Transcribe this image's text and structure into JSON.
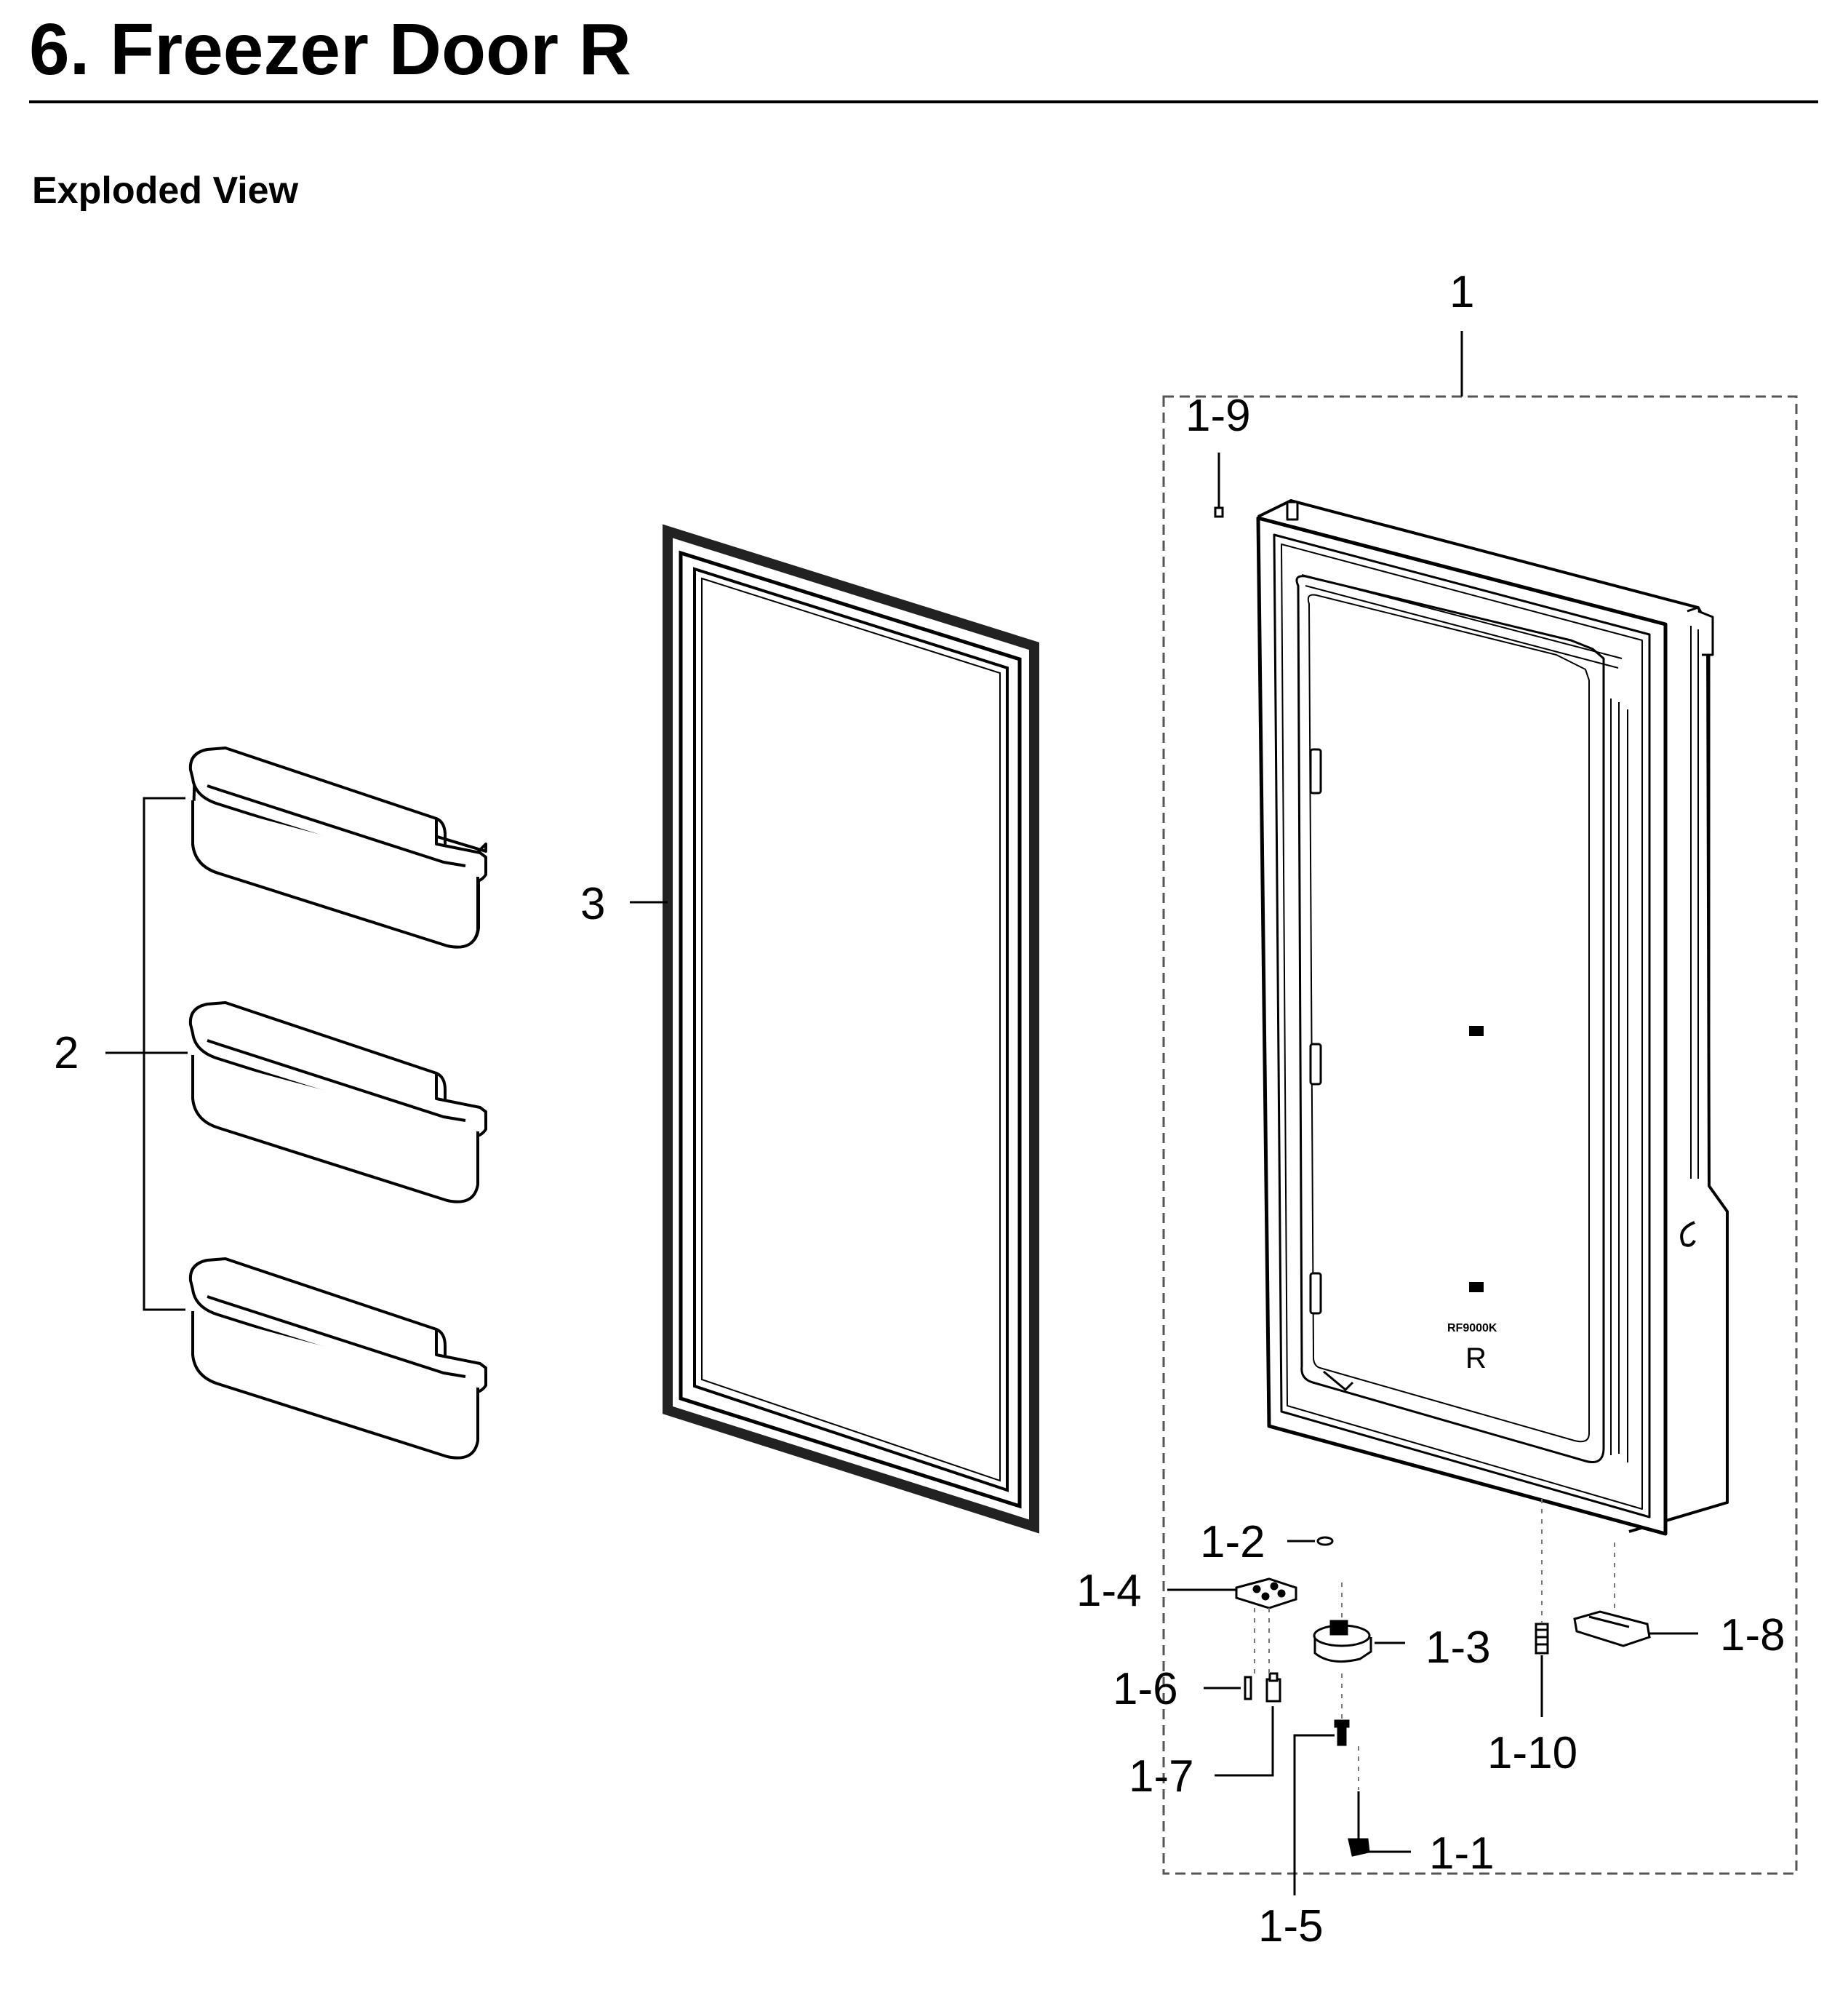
{
  "header": {
    "title": "6.  Freezer Door R",
    "subtitle": "Exploded View"
  },
  "callouts": [
    {
      "id": "c1",
      "label": "1"
    },
    {
      "id": "c1-9",
      "label": "1-9"
    },
    {
      "id": "c2",
      "label": "2"
    },
    {
      "id": "c3",
      "label": "3"
    },
    {
      "id": "c1-2",
      "label": "1-2"
    },
    {
      "id": "c1-4",
      "label": "1-4"
    },
    {
      "id": "c1-3",
      "label": "1-3"
    },
    {
      "id": "c1-8",
      "label": "1-8"
    },
    {
      "id": "c1-6",
      "label": "1-6"
    },
    {
      "id": "c1-10",
      "label": "1-10"
    },
    {
      "id": "c1-7",
      "label": "1-7"
    },
    {
      "id": "c1-1",
      "label": "1-1"
    },
    {
      "id": "c1-5",
      "label": "1-5"
    }
  ],
  "door_markings": {
    "model": "RF9000K",
    "side": "R"
  }
}
